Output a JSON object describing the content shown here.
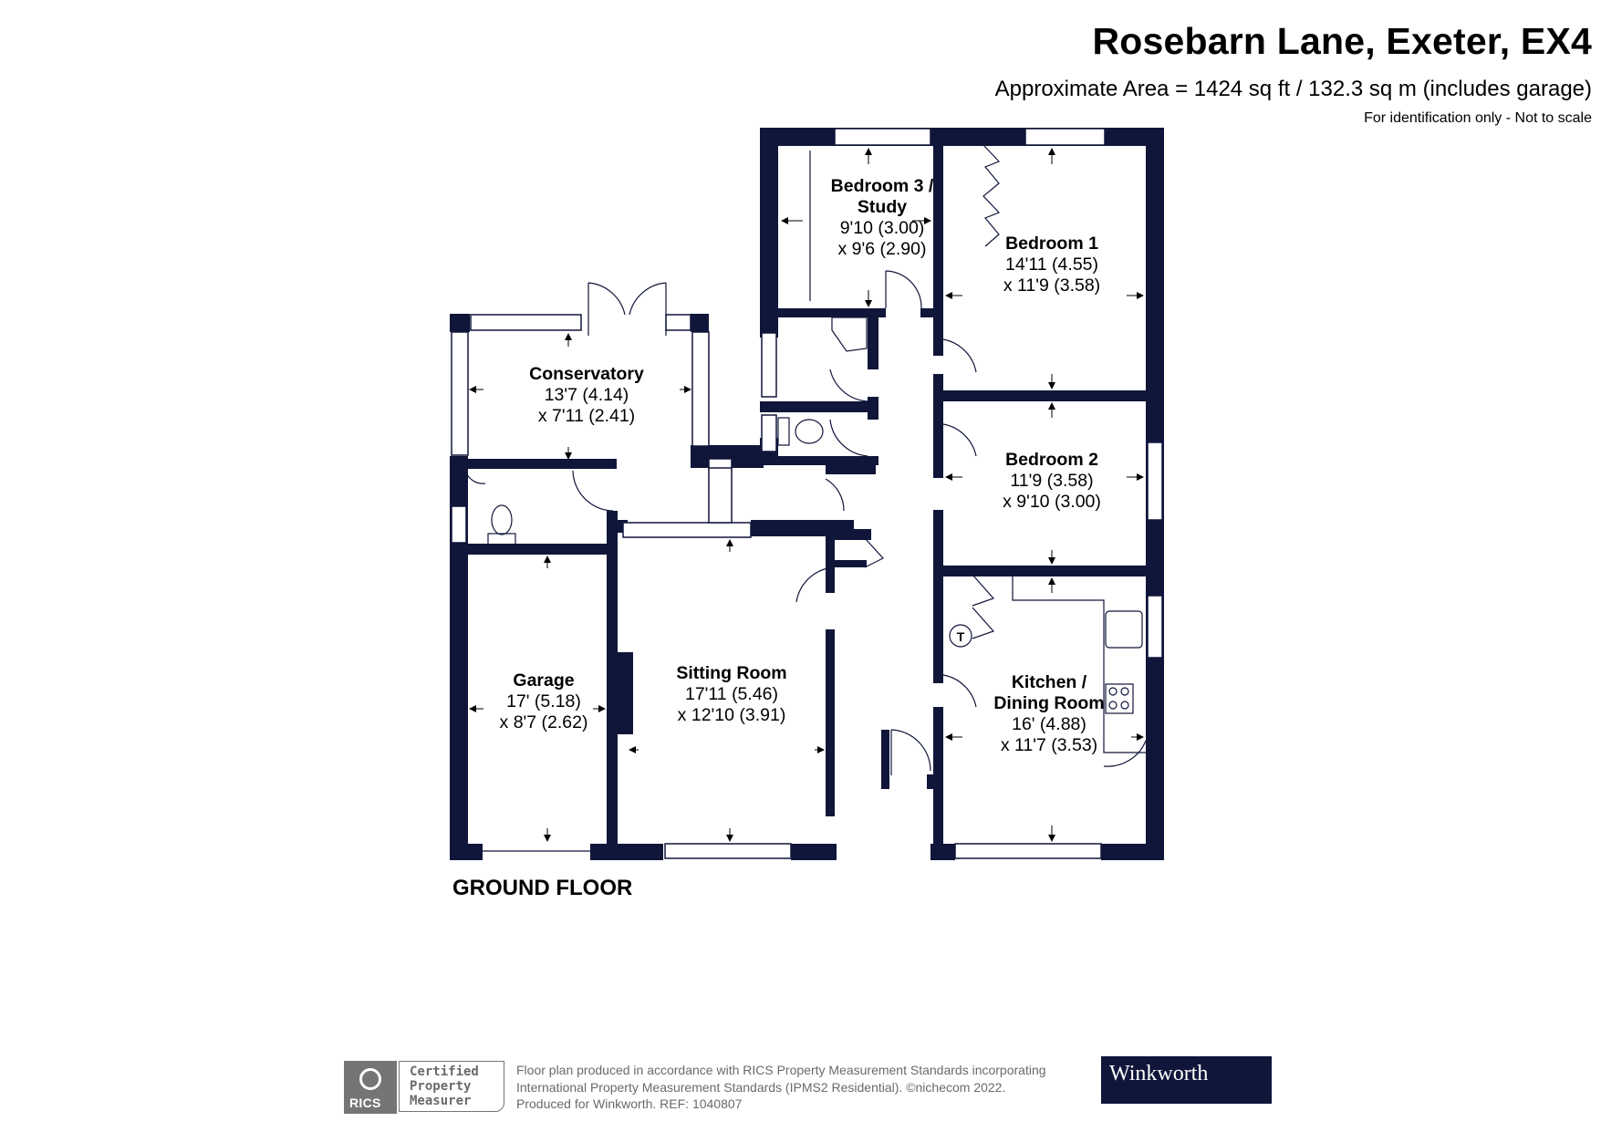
{
  "header": {
    "title": "Rosebarn Lane, Exeter, EX4",
    "area": "Approximate Area = 1424 sq ft / 132.3 sq m (includes garage)",
    "note": "For identification only - Not to scale"
  },
  "plan": {
    "floor_label": "GROUND FLOOR",
    "wall_color": "#10163a",
    "rooms": [
      {
        "name": "Bedroom 3 /",
        "name2": "Study",
        "dim1": "9'10 (3.00)",
        "dim2": "x 9'6 (2.90)"
      },
      {
        "name": "Bedroom 1",
        "dim1": "14'11 (4.55)",
        "dim2": "x 11'9 (3.58)"
      },
      {
        "name": "Conservatory",
        "dim1": "13'7 (4.14)",
        "dim2": "x 7'11 (2.41)"
      },
      {
        "name": "Bedroom 2",
        "dim1": "11'9 (3.58)",
        "dim2": "x 9'10 (3.00)"
      },
      {
        "name": "Garage",
        "dim1": "17' (5.18)",
        "dim2": "x 8'7 (2.62)"
      },
      {
        "name": "Sitting Room",
        "dim1": "17'11 (5.46)",
        "dim2": "x 12'10 (3.91)"
      },
      {
        "name": "Kitchen /",
        "name2": "Dining Room",
        "dim1": "16' (4.88)",
        "dim2": "x 11'7 (3.53)"
      }
    ],
    "symbols": {
      "boiler_label": "T"
    }
  },
  "footer": {
    "rics_logo_text": "RICS",
    "certification": [
      "Certified",
      "Property",
      "Measurer"
    ],
    "disclaimer": [
      "Floor plan produced in accordance with RICS Property Measurement Standards incorporating",
      "International Property Measurement Standards (IPMS2 Residential).   ©nichecom 2022.",
      "Produced for Winkworth.   REF:  1040807"
    ],
    "brand": "Winkworth",
    "brand_color": "#10163a"
  }
}
